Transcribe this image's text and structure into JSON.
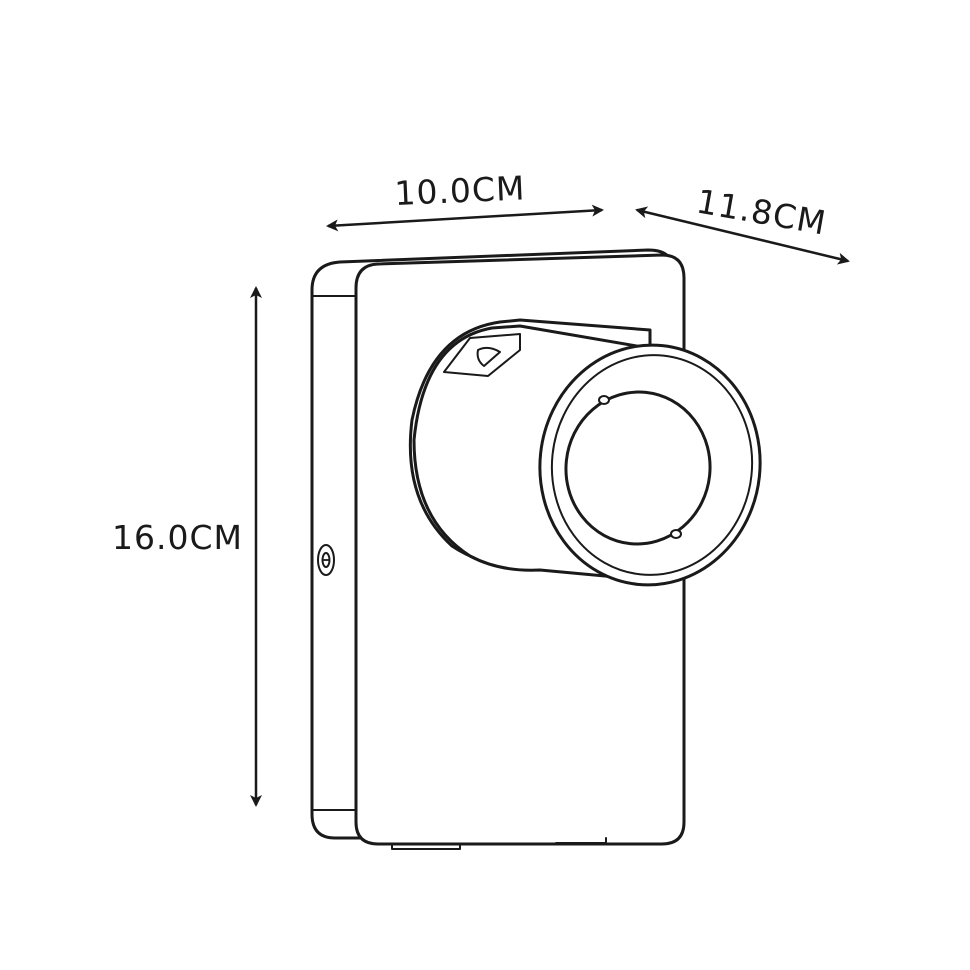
{
  "dimensions": {
    "width": "10.0CM",
    "depth": "11.8CM",
    "height": "16.0CM"
  },
  "colors": {
    "line": "#1a1a1a",
    "background": "#ffffff"
  },
  "icons": {
    "arrowhead": "filled-arrowhead-icon",
    "screw": "screw-icon"
  }
}
